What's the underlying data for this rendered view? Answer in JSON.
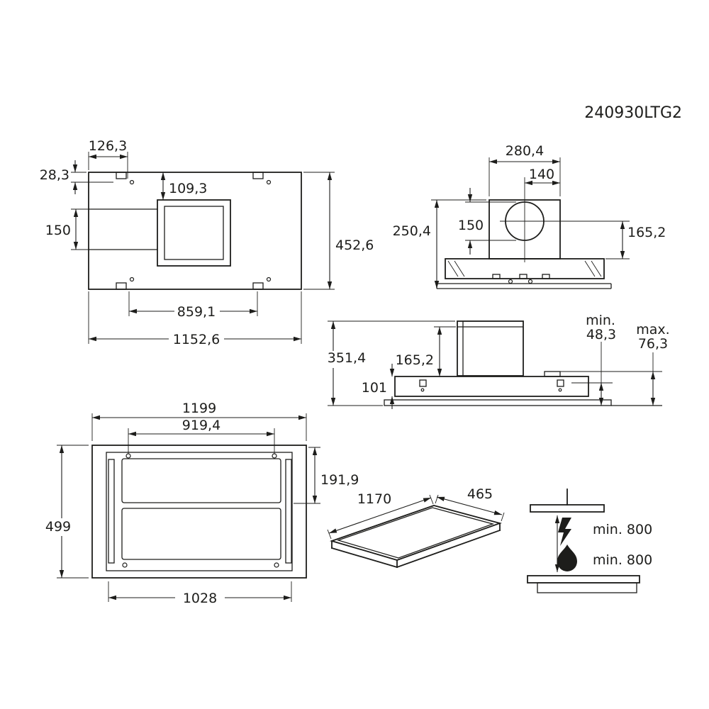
{
  "page": {
    "background": "#ffffff",
    "line_color": "#1d1d1b"
  },
  "drawing": {
    "id": "240930LTG2",
    "views": {
      "top_view": {
        "dims": {
          "bracket_offset_x": "126,3",
          "bracket_offset_y": "28,3",
          "duct_offset": "109,3",
          "duct_channel_width": "150",
          "depth": "452,6",
          "bracket_span": "859,1",
          "width": "1152,6"
        }
      },
      "front_view": {
        "dims": {
          "spigot_box_width": "280,4",
          "spigot_center_offset": "140",
          "total_height": "250,4",
          "spigot_diameter": "150",
          "spigot_height": "165,2"
        }
      },
      "side_view": {
        "dims": {
          "total_height": "351,4",
          "motor_height": "165,2",
          "channel_height": "101",
          "min_label": "min.",
          "min_value": "48,3",
          "max_label": "max.",
          "max_value": "76,3"
        }
      },
      "bottom_view": {
        "dims": {
          "width": "1199",
          "panel_width": "919,4",
          "panel_depth": "191,9",
          "depth": "499",
          "inner_width": "1028"
        }
      },
      "panel_view": {
        "dims": {
          "length": "1170",
          "depth": "465"
        }
      },
      "installation_view": {
        "electric_clearance": "min. 800",
        "gas_clearance": "min. 800"
      }
    }
  }
}
